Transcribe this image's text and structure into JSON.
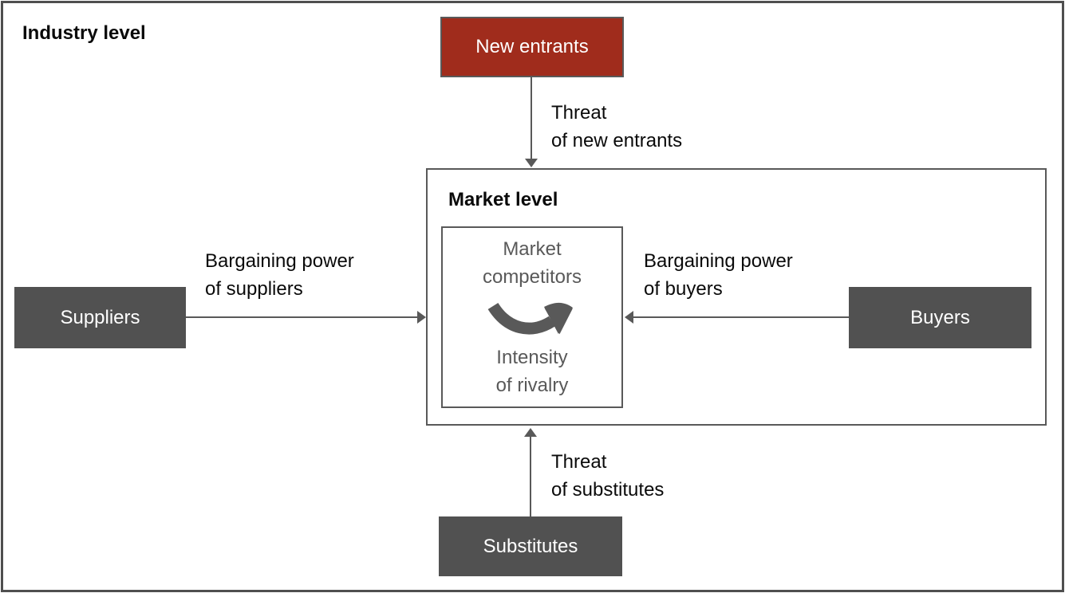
{
  "labels": {
    "industry": "Industry level",
    "market": "Market level"
  },
  "nodes": {
    "new_entrants": {
      "label": "New entrants"
    },
    "suppliers": {
      "label": "Suppliers"
    },
    "buyers": {
      "label": "Buyers"
    },
    "substitutes": {
      "label": "Substitutes"
    },
    "competitors": {
      "label": "Market\ncompetitors"
    },
    "rivalry": {
      "label": "Intensity\nof rivalry"
    }
  },
  "edges": {
    "new_entrants": {
      "label": "Threat\nof new entrants"
    },
    "suppliers": {
      "label": "Bargaining power\nof suppliers"
    },
    "buyers": {
      "label": "Bargaining power\nof buyers"
    },
    "substitutes": {
      "label": "Threat\nof substitutes"
    }
  },
  "icons": {
    "rivalry_arrow": "curved-right-arrow"
  },
  "colors": {
    "new_entrants_fill": "#A02C1C",
    "dark_node_fill": "#515151",
    "line": "#595959",
    "gray_text": "#595959",
    "text": "#0A0A0A",
    "background": "#FFFFFF"
  }
}
